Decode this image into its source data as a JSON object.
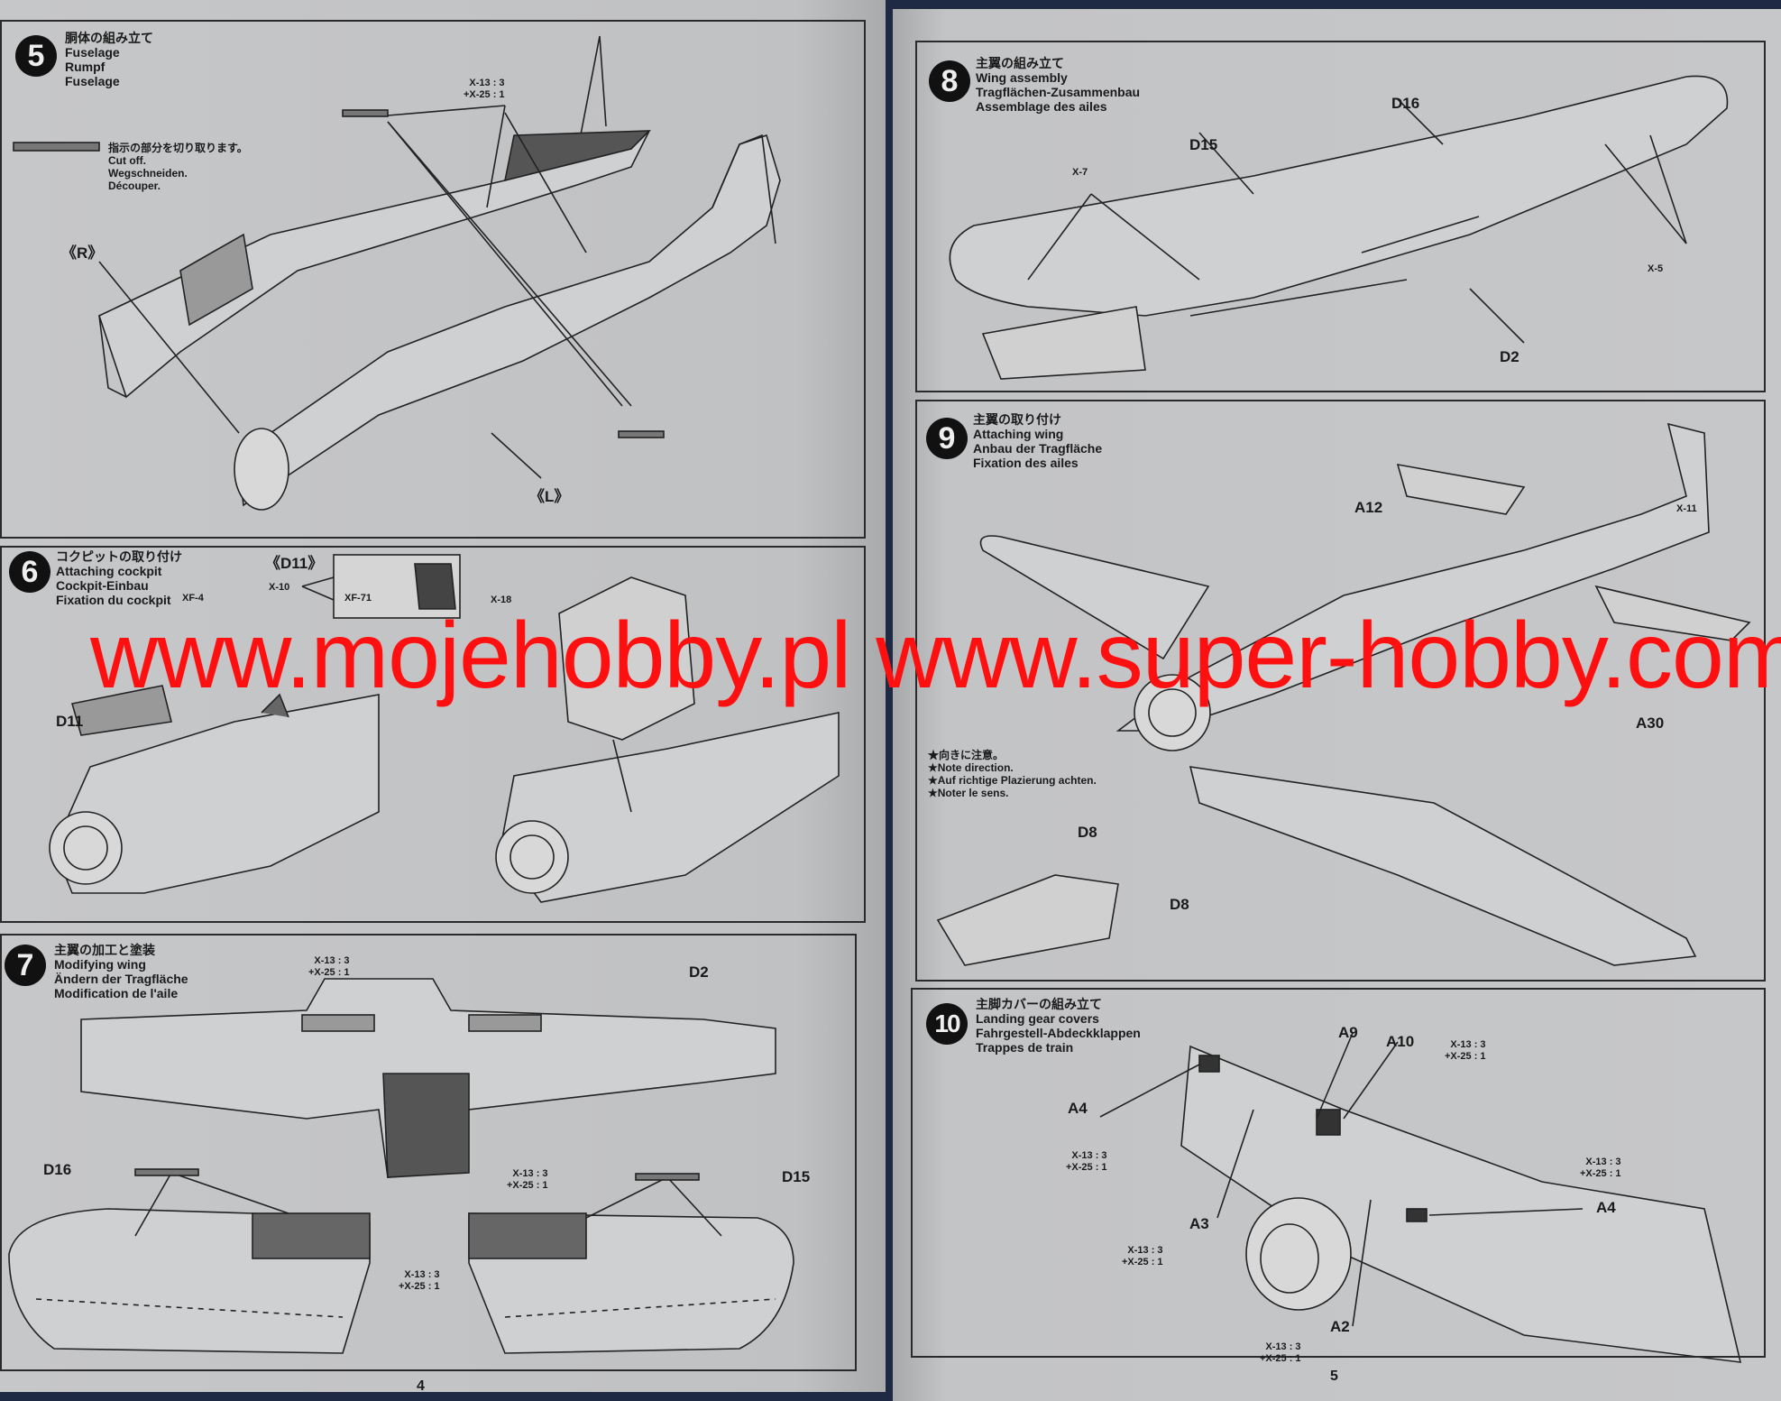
{
  "pages": {
    "left_number": "4",
    "right_number": "5"
  },
  "watermark": "www.mojehobby.pl www.super-hobby.com",
  "steps": [
    {
      "number": "5",
      "jp": "胴体の組み立て",
      "en": "Fuselage",
      "de": "Rumpf",
      "fr": "Fuselage",
      "cut_note": {
        "jp": "指示の部分を切り取ります。",
        "en": "Cut off.",
        "de": "Wegschneiden.",
        "fr": "Découper."
      },
      "paint": {
        "line1": "X-13 : 3",
        "line2": "+X-25 : 1"
      },
      "labels": [
        "《R》",
        "《L》"
      ]
    },
    {
      "number": "6",
      "jp": "コクピットの取り付け",
      "en": "Attaching cockpit",
      "de": "Cockpit-Einbau",
      "fr": "Fixation du cockpit",
      "labels": [
        "《D11》",
        "X-10",
        "X-18",
        "D11",
        "XF-4",
        "XF-71"
      ]
    },
    {
      "number": "7",
      "jp": "主翼の加工と塗装",
      "en": "Modifying wing",
      "de": "Ändern der Tragfläche",
      "fr": "Modification de l'aile",
      "paint": {
        "line1": "X-13 : 3",
        "line2": "+X-25 : 1"
      },
      "labels": [
        "D2",
        "D16",
        "D15"
      ]
    },
    {
      "number": "8",
      "jp": "主翼の組み立て",
      "en": "Wing assembly",
      "de": "Tragflächen-Zusammenbau",
      "fr": "Assemblage des ailes",
      "labels": [
        "D16",
        "D15",
        "X-7",
        "X-5",
        "D2"
      ]
    },
    {
      "number": "9",
      "jp": "主翼の取り付け",
      "en": "Attaching wing",
      "de": "Anbau der Tragfläche",
      "fr": "Fixation des ailes",
      "note": {
        "jp": "★向きに注意。",
        "en": "★Note direction.",
        "de": "★Auf richtige Plazierung achten.",
        "fr": "★Noter le sens."
      },
      "labels": [
        "A12",
        "X-11",
        "A30",
        "D8",
        "D8"
      ]
    },
    {
      "number": "10",
      "jp": "主脚カバーの組み立て",
      "en": "Landing gear covers",
      "de": "Fahrgestell-Abdeckklappen",
      "fr": "Trappes de train",
      "paint": {
        "line1": "X-13 : 3",
        "line2": "+X-25 : 1"
      },
      "labels": [
        "A9",
        "A10",
        "A4",
        "A4",
        "A3",
        "A2"
      ]
    }
  ]
}
